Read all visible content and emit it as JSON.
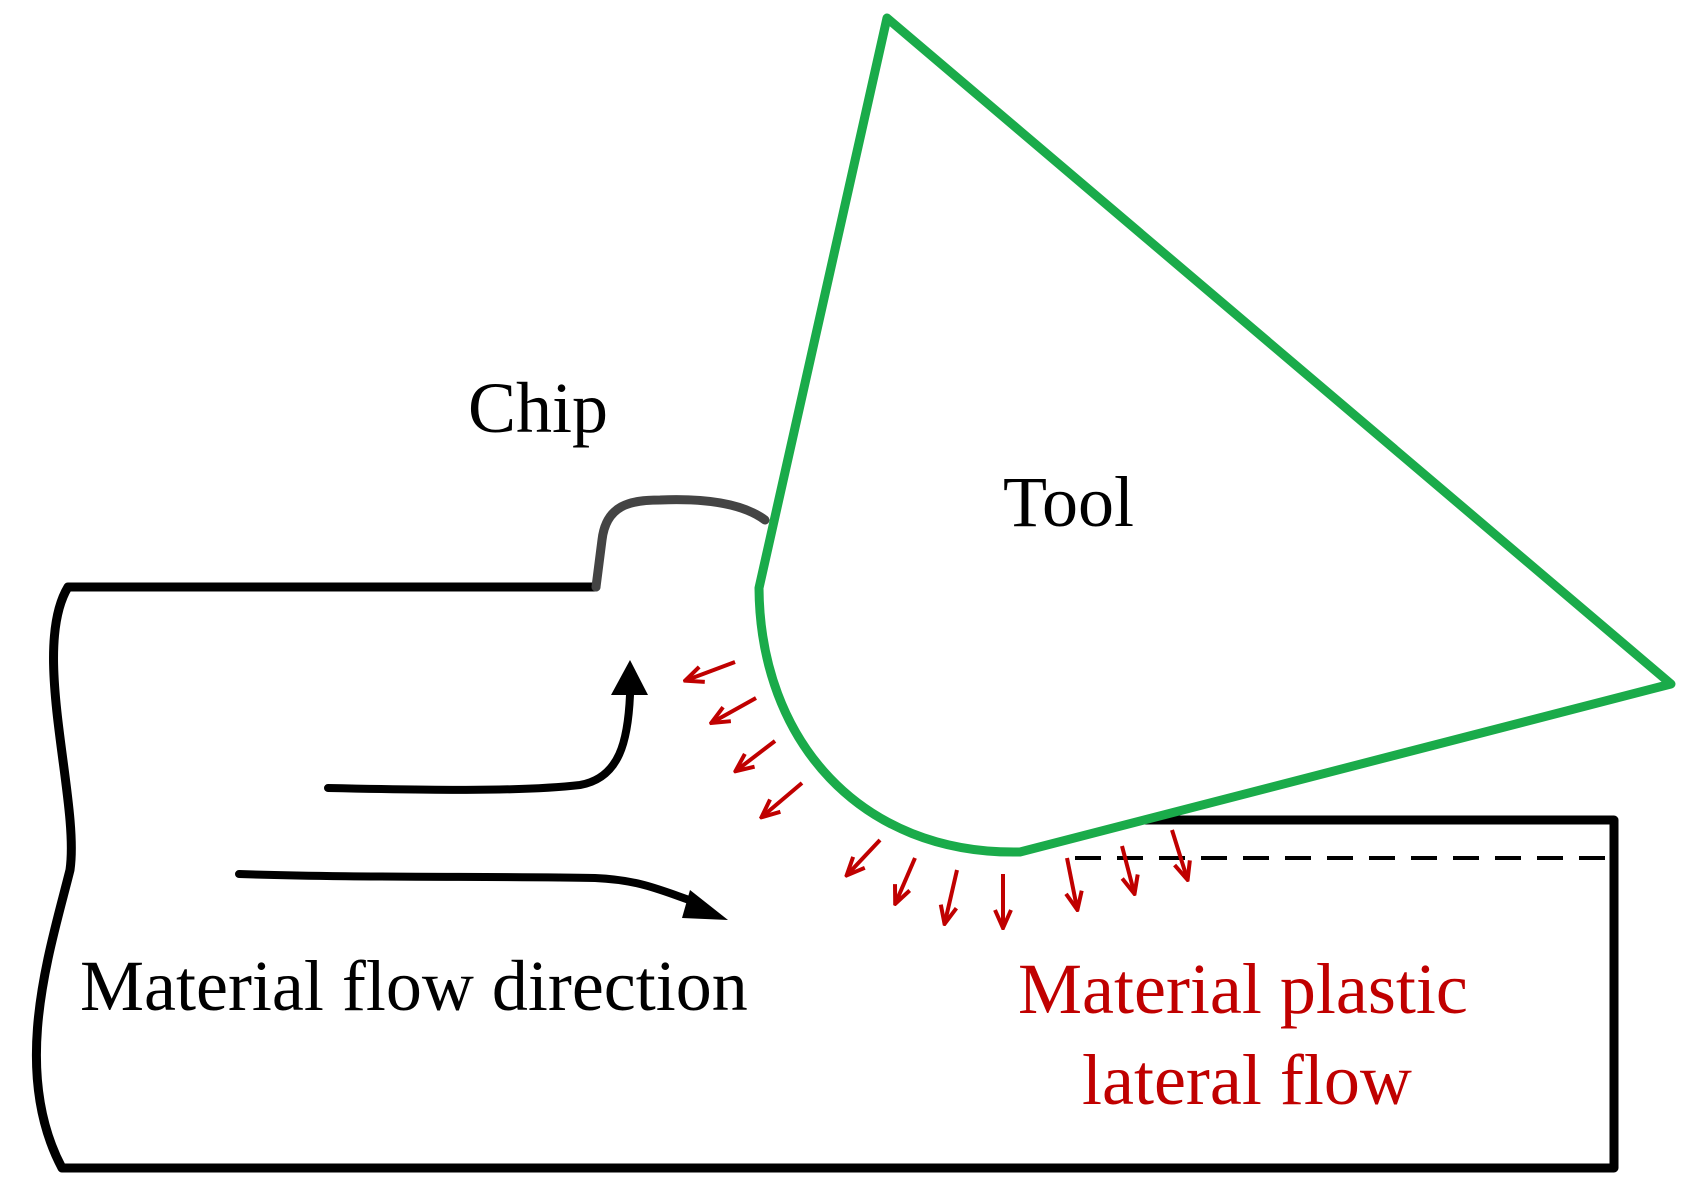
{
  "labels": {
    "chip": "Chip",
    "tool": "Tool",
    "material_flow_direction": "Material flow direction",
    "plastic_lateral_flow_line1": "Material plastic",
    "plastic_lateral_flow_line2": "lateral flow"
  },
  "colors": {
    "tool_outline": "#1aab4a",
    "workpiece_outline": "#000000",
    "chip_outline": "#444444",
    "plastic_flow_arrows": "#c00000",
    "plastic_flow_text": "#c00000",
    "text": "#000000"
  }
}
